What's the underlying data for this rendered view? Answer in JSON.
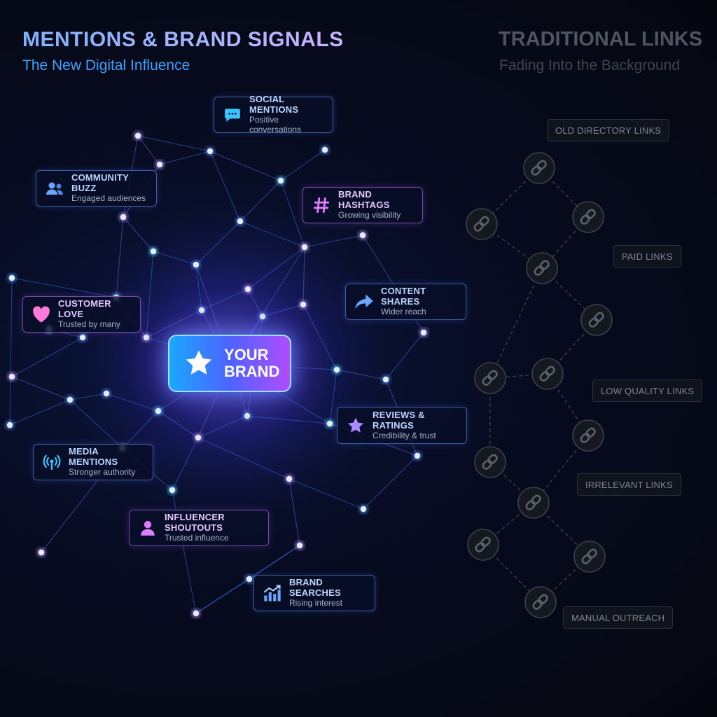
{
  "header": {
    "left_title": "MENTIONS & BRAND SIGNALS",
    "left_subtitle": "The New Digital Influence",
    "right_title": "TRADITIONAL LINKS",
    "right_subtitle": "Fading Into the Background"
  },
  "center": {
    "label": "YOUR BRAND",
    "icon": "star-icon"
  },
  "signals": [
    {
      "label": "SOCIAL MENTIONS",
      "sub": "Positive conversations",
      "icon": "chat-bubble-icon"
    },
    {
      "label": "COMMUNITY BUZZ",
      "sub": "Engaged audiences",
      "icon": "users-icon"
    },
    {
      "label": "BRAND HASHTAGS",
      "sub": "Growing visibility",
      "icon": "hashtag-icon"
    },
    {
      "label": "CUSTOMER LOVE",
      "sub": "Trusted by many",
      "icon": "heart-icon"
    },
    {
      "label": "CONTENT SHARES",
      "sub": "Wider reach",
      "icon": "share-arrow-icon"
    },
    {
      "label": "REVIEWS & RATINGS",
      "sub": "Credibility & trust",
      "icon": "star-icon"
    },
    {
      "label": "MEDIA MENTIONS",
      "sub": "Stronger authority",
      "icon": "broadcast-icon"
    },
    {
      "label": "INFLUENCER SHOUTOUTS",
      "sub": "Trusted influence",
      "icon": "person-icon"
    },
    {
      "label": "BRAND SEARCHES",
      "sub": "Rising interest",
      "icon": "bar-chart-icon"
    }
  ],
  "traditional_links": [
    "OLD DIRECTORY LINKS",
    "PAID LINKS",
    "LOW QUALITY LINKS",
    "IRRELEVANT LINKS",
    "MANUAL OUTREACH"
  ],
  "colors": {
    "accent_blue": "#3fa1ff",
    "accent_purple": "#b04dff",
    "faded_gray": "#4d5563"
  }
}
